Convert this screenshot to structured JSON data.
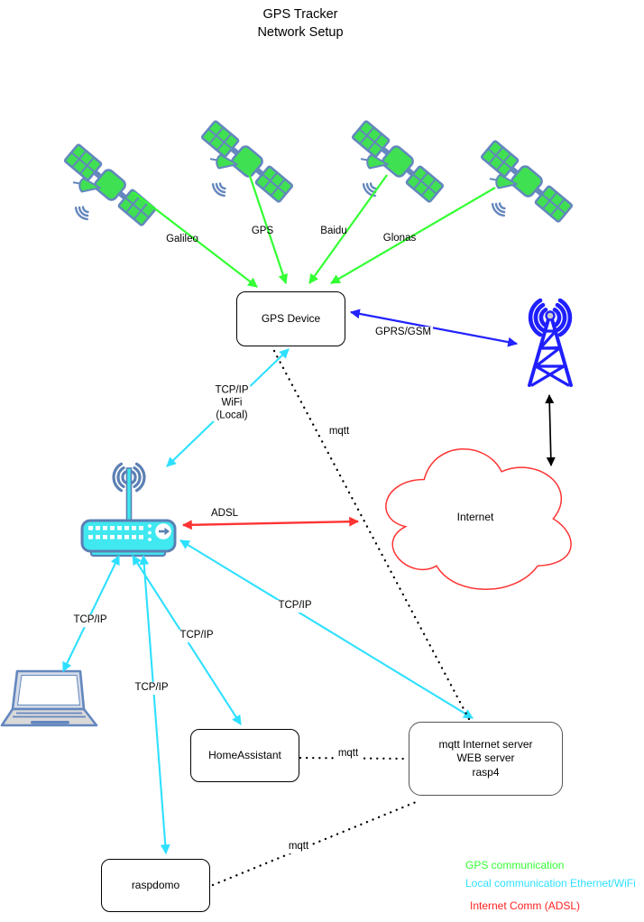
{
  "title": {
    "line1": "GPS Tracker",
    "line2": "Network Setup"
  },
  "satellites": {
    "galileo": "Galileo",
    "gps": "GPS",
    "baidu": "Baidu",
    "glonas": "Glonas"
  },
  "nodes": {
    "gps_device": "GPS Device",
    "internet": "Internet",
    "home_assistant": "HomeAssistant",
    "server_line1": "mqtt Internet server",
    "server_line2": "WEB server",
    "server_line3": "rasp4",
    "raspdomo": "raspdomo"
  },
  "edges": {
    "gprs_gsm": "GPRS/GSM",
    "wifi_line1": "TCP/IP",
    "wifi_line2": "WiFi",
    "wifi_line3": "(Local)",
    "adsl": "ADSL",
    "mqtt_gps": "mqtt",
    "mqtt_ha": "mqtt",
    "mqtt_raspdomo": "mqtt",
    "tcpip_laptop": "TCP/IP",
    "tcpip_ha": "TCP/IP",
    "tcpip_raspdomo": "TCP/IP",
    "tcpip_server": "TCP/IP"
  },
  "legend": {
    "gps": {
      "label": "GPS communication",
      "color": "#33ff33"
    },
    "local": {
      "label": "Local communication Ethernet/WiFi",
      "color": "#2ee0ff"
    },
    "internet": {
      "label": "Internet Comm (ADSL)",
      "color": "#ff2222"
    }
  },
  "colors": {
    "gps_comm": "#33ff33",
    "local_comm": "#2ee0ff",
    "internet_comm": "#ff3333",
    "gsm_link": "#2222ff",
    "satellite_green": "#3fe052",
    "device_outline": "#6487be",
    "tower_blue": "#1f1fff",
    "cloud_red": "#ff3333"
  }
}
